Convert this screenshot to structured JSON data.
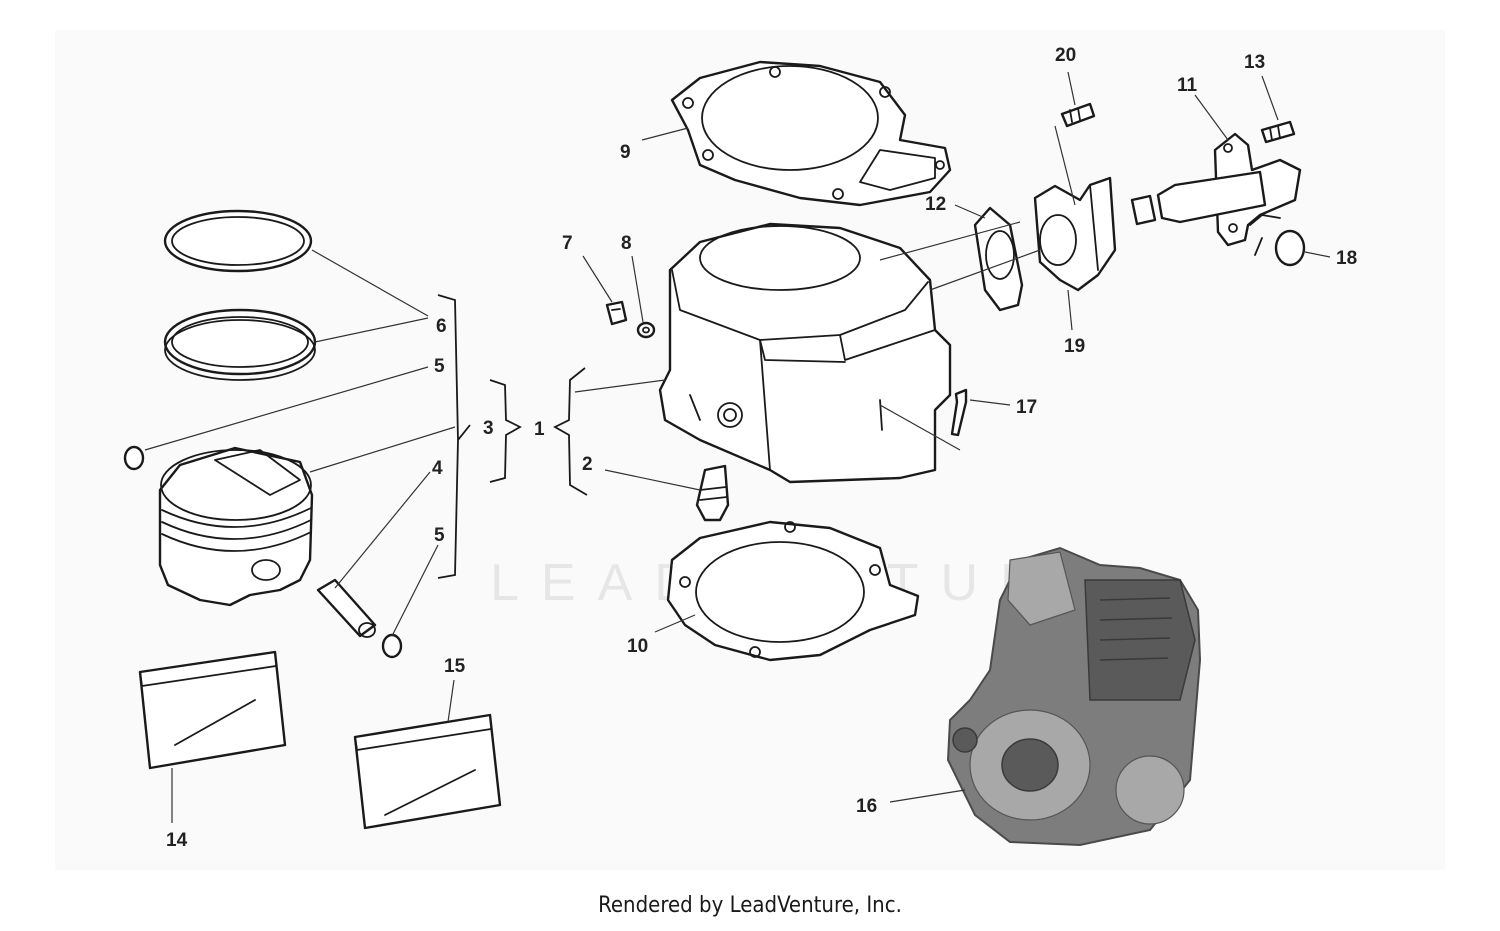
{
  "callouts": {
    "c1": "1",
    "c2": "2",
    "c3": "3",
    "c4": "4",
    "c5a": "5",
    "c5b": "5",
    "c6": "6",
    "c7": "7",
    "c8": "8",
    "c9": "9",
    "c10": "10",
    "c11": "11",
    "c12": "12",
    "c13": "13",
    "c14": "14",
    "c15": "15",
    "c16": "16",
    "c17": "17",
    "c18": "18",
    "c19": "19",
    "c20": "20"
  },
  "watermark": "LEADVENTURE",
  "footer": "Rendered by LeadVenture, Inc.",
  "colors": {
    "line": "#1a1a1a",
    "engine_photo": "#7d7d7d",
    "background": "#ffffff"
  }
}
